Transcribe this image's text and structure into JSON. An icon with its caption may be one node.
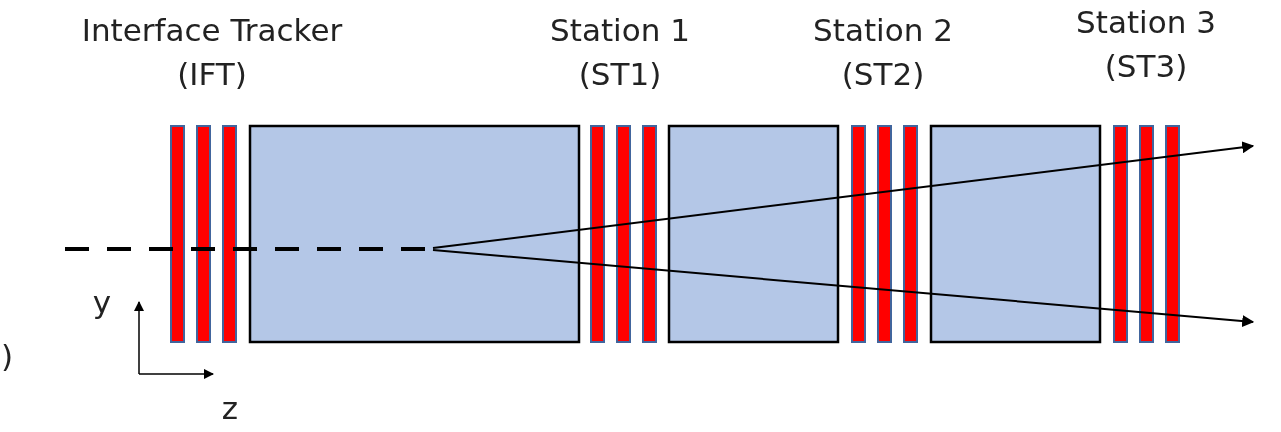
{
  "diagram": {
    "labels": [
      "Interface Tracker (IFT)",
      "Station 1 (ST1)",
      "Station 2 (ST2)",
      "Station 3 (ST3)",
      "y",
      "z",
      ")"
    ]
  }
}
